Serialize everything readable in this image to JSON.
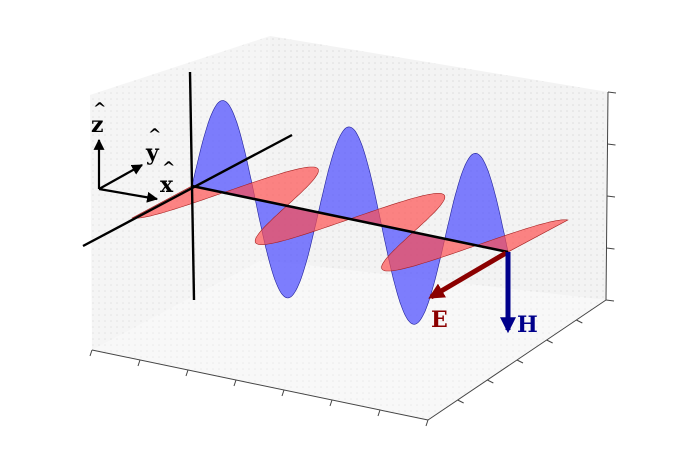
{
  "labels": {
    "z_axis": "z",
    "y_axis": "y",
    "x_axis": "x",
    "e_field": "E",
    "h_field": "H"
  },
  "colors": {
    "e_wave": "#ff4d4d",
    "h_wave": "#4d4dff",
    "e_arrow": "#8b0000",
    "h_arrow": "#00008b",
    "axis": "#000000",
    "pane": "#ececec"
  },
  "wave": {
    "e_half_cycles": 5,
    "h_half_cycles": 5
  }
}
